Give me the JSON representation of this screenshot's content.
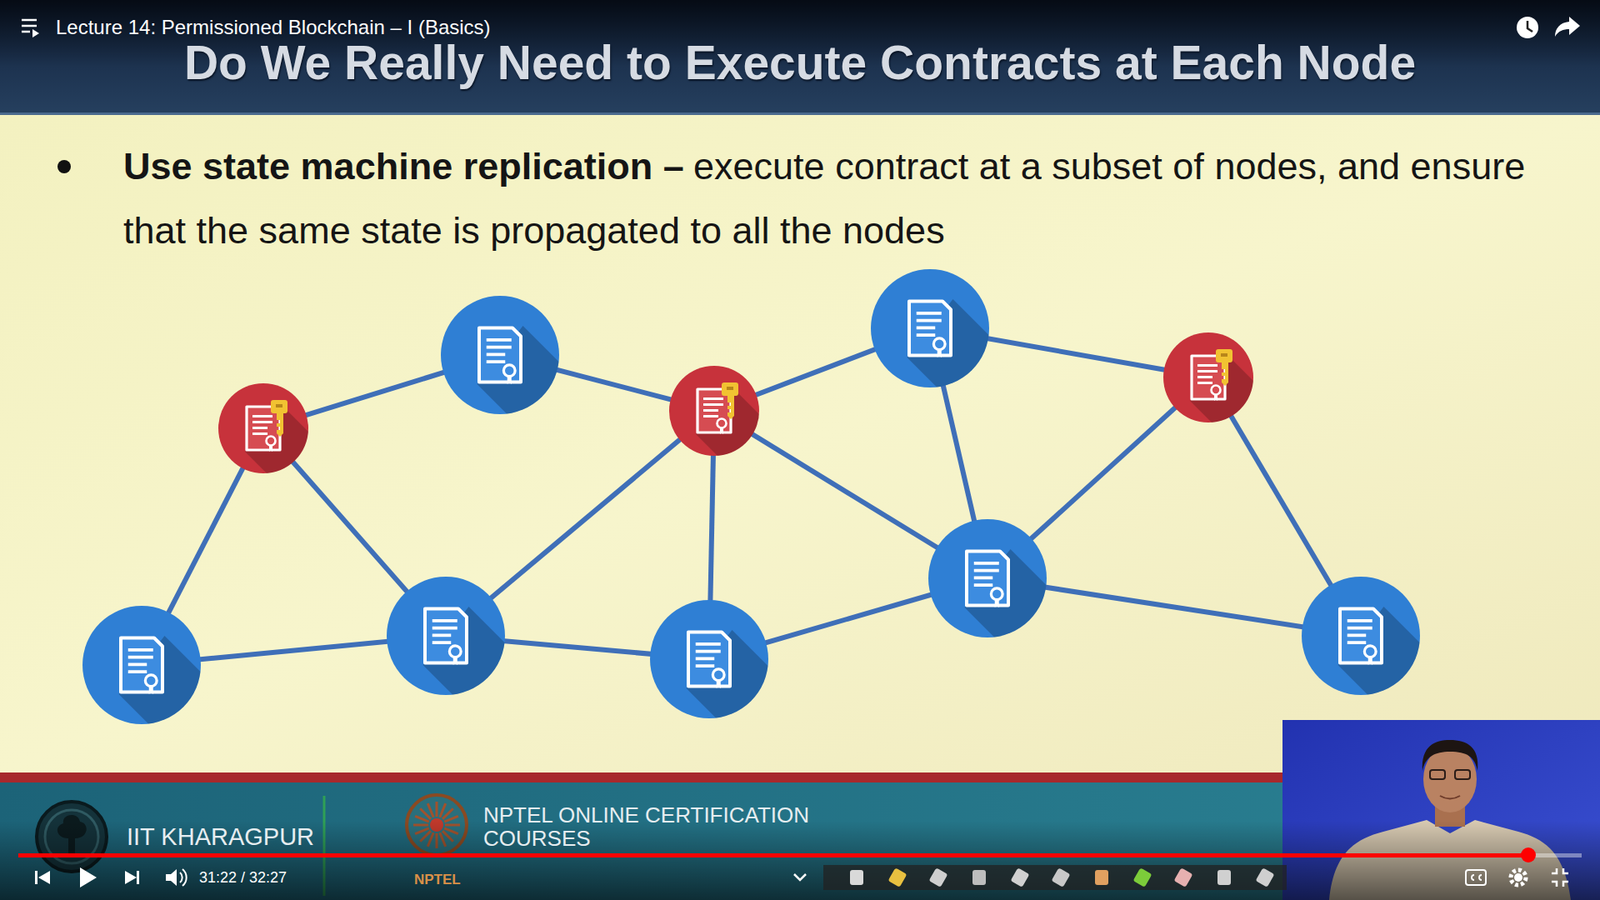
{
  "diagram": {
    "title": "Do We Really Need to Execute Contracts at Each Node",
    "labels": [
      "Lecture 14: Permissioned Blockchain – I (Basics)",
      "Use state machine replication –",
      "execute contract at a subset of nodes, and ensure that the same state is propagated to all the nodes",
      "IIT KHARAGPUR",
      "NPTEL ONLINE CERTIFICATION COURSES",
      "NPTEL",
      "31:22 / 32:27"
    ]
  }
}
